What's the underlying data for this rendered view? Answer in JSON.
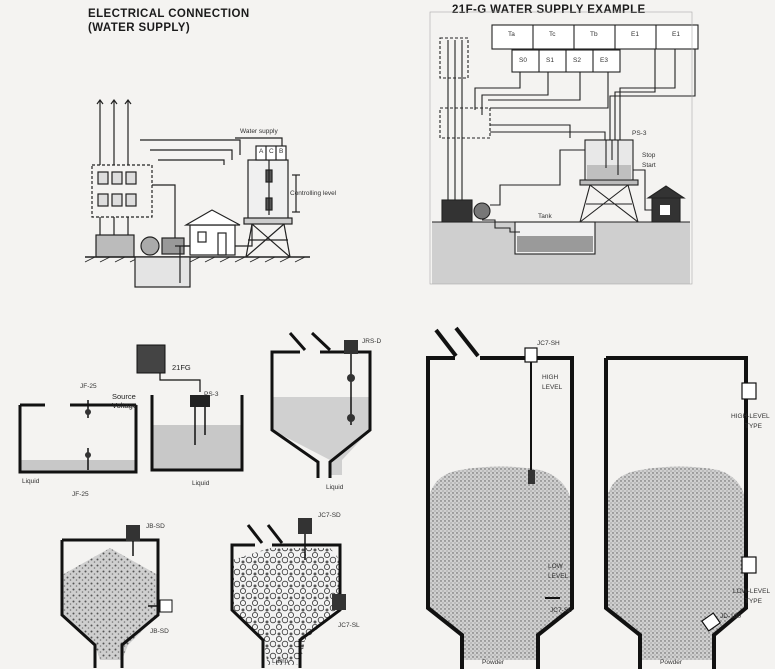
{
  "top_left": {
    "title_line1": "ELECTRICAL CONNECTION",
    "title_line2": "(WATER SUPPLY)",
    "water_supply": "Water supply",
    "controlling_level": "Controlling level",
    "terminals": [
      "A",
      "C",
      "B"
    ]
  },
  "top_right": {
    "title": "21F-G WATER SUPPLY EXAMPLE",
    "terminals_top": [
      "Ta",
      "Tc",
      "Tb",
      "E1",
      "E1"
    ],
    "terminals_bottom": [
      "S0",
      "S1",
      "S2",
      "E3"
    ],
    "probe": "PS-3",
    "stop": "Stop",
    "start": "Start",
    "tank": "Tank"
  },
  "liquid1": {
    "top_probe": "JF-25",
    "bottom_probe": "JF-25",
    "caption": "Liquid"
  },
  "liquid2": {
    "unit": "21FG",
    "source": "Source",
    "voltage": "Voltage",
    "probe": "PS-3",
    "caption": "Liquid"
  },
  "liquid3": {
    "probe": "JRS-D",
    "caption": "Liquid"
  },
  "granule": {
    "top_probe": "JB-SD",
    "bottom_probe": "JB-SD"
  },
  "lump": {
    "top_probe": "JC7-SD",
    "bottom_probe": "JC7-SL",
    "caption": "Lump"
  },
  "powder1": {
    "probe_top": "JC7-SH",
    "high1": "HIGH",
    "high2": "LEVEL",
    "low1": "LOW",
    "low2": "LEVEL",
    "probe_bottom": "JC7-SL",
    "caption": "Powder"
  },
  "powder2": {
    "high1": "HIGH-LEVEL",
    "high2": "TYPE",
    "low1": "LOW-LEVEL",
    "low2": "TYPE",
    "probe": "JD-100",
    "caption": "Powder"
  }
}
